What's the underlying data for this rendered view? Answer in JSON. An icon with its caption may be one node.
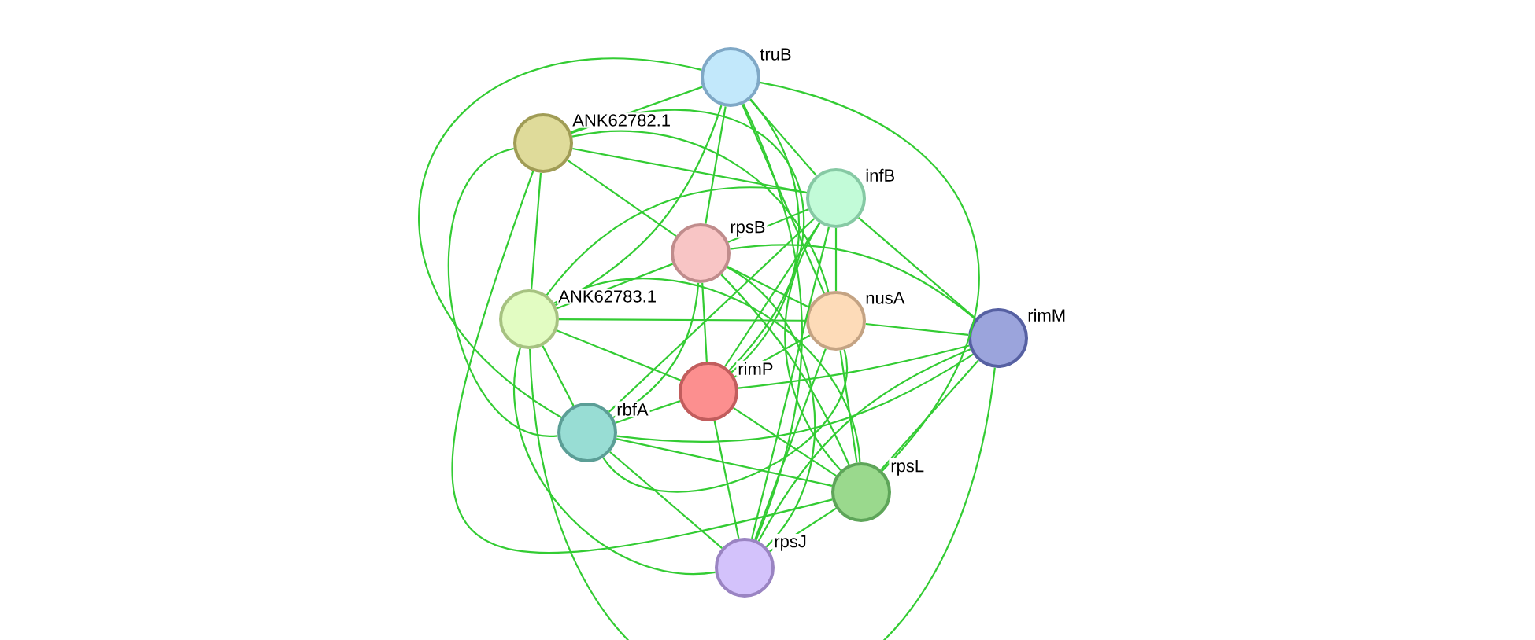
{
  "diagram": {
    "nodes": [
      {
        "text": [
          "truB"
        ]
      },
      {
        "text": [
          "ANK62782.1"
        ]
      },
      {
        "text": [
          "infB"
        ]
      },
      {
        "text": [
          "rpsB"
        ]
      },
      {
        "text": [
          "ANK62783.1"
        ]
      },
      {
        "text": [
          "nusA"
        ]
      },
      {
        "text": [
          "rimM"
        ]
      },
      {
        "text": [
          "rimP"
        ]
      },
      {
        "text": [
          "rbfA"
        ]
      },
      {
        "text": [
          "rpsL"
        ]
      },
      {
        "text": [
          "rpsJ"
        ]
      }
    ],
    "edges": [
      {
        "from": 0,
        "to": 1,
        "arrow": "none"
      },
      {
        "from": 0,
        "to": 2,
        "arrow": "none"
      },
      {
        "from": 0,
        "to": 3,
        "arrow": "none"
      },
      {
        "from": 0,
        "to": 4,
        "arrow": "none"
      },
      {
        "from": 0,
        "to": 5,
        "arrow": "none"
      },
      {
        "from": 0,
        "to": 7,
        "arrow": "none"
      },
      {
        "from": 0,
        "to": 8,
        "arrow": "none"
      },
      {
        "from": 0,
        "to": 9,
        "arrow": "none"
      },
      {
        "from": 0,
        "to": 10,
        "arrow": "none"
      },
      {
        "from": 1,
        "to": 2,
        "arrow": "none"
      },
      {
        "from": 1,
        "to": 3,
        "arrow": "none"
      },
      {
        "from": 1,
        "to": 4,
        "arrow": "none"
      },
      {
        "from": 1,
        "to": 5,
        "arrow": "none"
      },
      {
        "from": 1,
        "to": 7,
        "arrow": "none"
      },
      {
        "from": 1,
        "to": 8,
        "arrow": "none"
      },
      {
        "from": 1,
        "to": 9,
        "arrow": "none"
      },
      {
        "from": 2,
        "to": 3,
        "arrow": "none"
      },
      {
        "from": 2,
        "to": 4,
        "arrow": "none"
      },
      {
        "from": 2,
        "to": 5,
        "arrow": "none"
      },
      {
        "from": 2,
        "to": 6,
        "arrow": "none"
      },
      {
        "from": 2,
        "to": 7,
        "arrow": "none"
      },
      {
        "from": 2,
        "to": 8,
        "arrow": "none"
      },
      {
        "from": 2,
        "to": 9,
        "arrow": "none"
      },
      {
        "from": 2,
        "to": 10,
        "arrow": "none"
      },
      {
        "from": 3,
        "to": 4,
        "arrow": "none"
      },
      {
        "from": 3,
        "to": 5,
        "arrow": "none"
      },
      {
        "from": 3,
        "to": 6,
        "arrow": "none"
      },
      {
        "from": 3,
        "to": 7,
        "arrow": "none"
      },
      {
        "from": 3,
        "to": 8,
        "arrow": "none"
      },
      {
        "from": 3,
        "to": 9,
        "arrow": "none"
      },
      {
        "from": 3,
        "to": 10,
        "arrow": "none"
      },
      {
        "from": 4,
        "to": 5,
        "arrow": "none"
      },
      {
        "from": 4,
        "to": 6,
        "arrow": "none"
      },
      {
        "from": 4,
        "to": 7,
        "arrow": "none"
      },
      {
        "from": 4,
        "to": 8,
        "arrow": "none"
      },
      {
        "from": 4,
        "to": 9,
        "arrow": "none"
      },
      {
        "from": 4,
        "to": 10,
        "arrow": "none"
      },
      {
        "from": 5,
        "to": 6,
        "arrow": "none"
      },
      {
        "from": 5,
        "to": 7,
        "arrow": "none"
      },
      {
        "from": 5,
        "to": 8,
        "arrow": "none"
      },
      {
        "from": 5,
        "to": 9,
        "arrow": "none"
      },
      {
        "from": 5,
        "to": 10,
        "arrow": "none"
      },
      {
        "from": 6,
        "to": 7,
        "arrow": "none"
      },
      {
        "from": 6,
        "to": 8,
        "arrow": "none"
      },
      {
        "from": 6,
        "to": 9,
        "arrow": "none"
      },
      {
        "from": 6,
        "to": 10,
        "arrow": "none"
      },
      {
        "from": 7,
        "to": 8,
        "arrow": "none"
      },
      {
        "from": 7,
        "to": 9,
        "arrow": "none"
      },
      {
        "from": 7,
        "to": 10,
        "arrow": "none"
      },
      {
        "from": 8,
        "to": 9,
        "arrow": "none"
      },
      {
        "from": 8,
        "to": 10,
        "arrow": "none"
      },
      {
        "from": 9,
        "to": 10,
        "arrow": "none"
      }
    ]
  }
}
